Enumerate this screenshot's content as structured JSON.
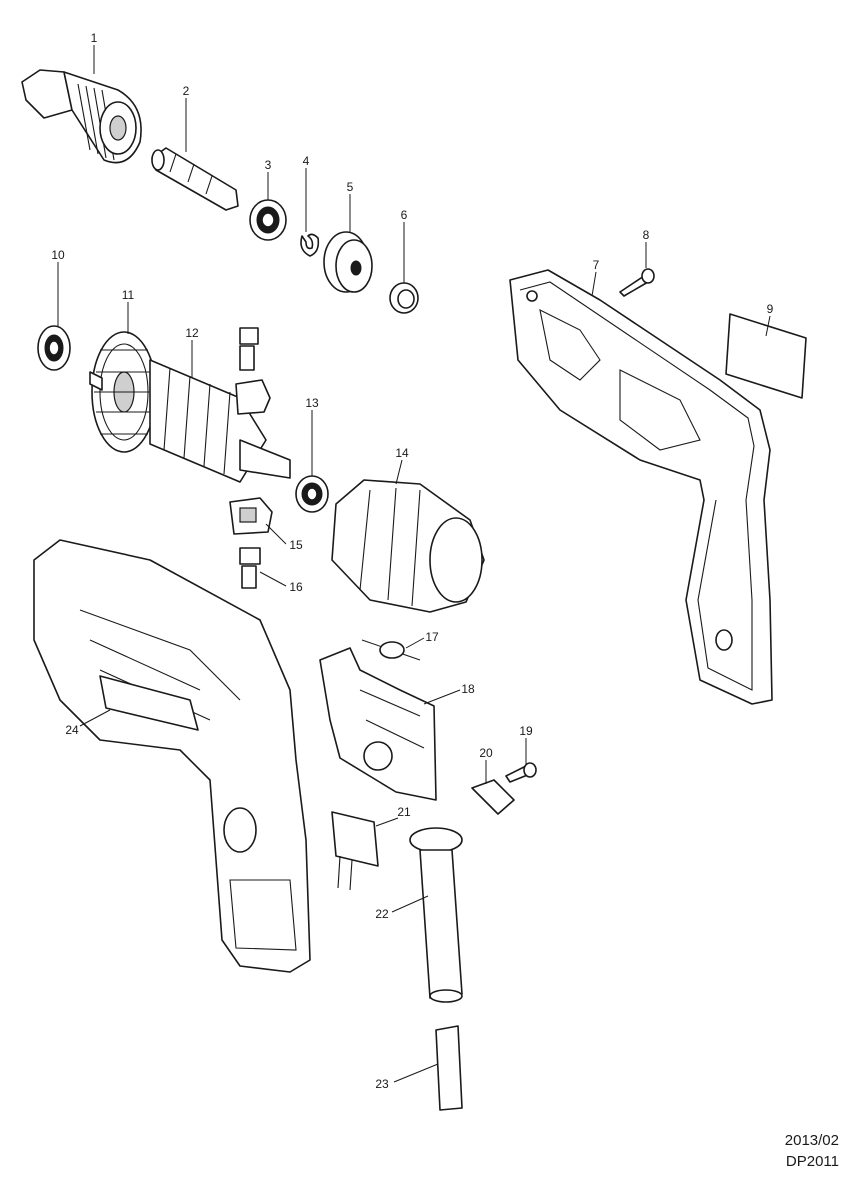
{
  "callouts": [
    "1",
    "2",
    "3",
    "4",
    "5",
    "6",
    "7",
    "8",
    "9",
    "10",
    "11",
    "12",
    "13",
    "14",
    "15",
    "16",
    "17",
    "18",
    "19",
    "20",
    "21",
    "22",
    "23",
    "24"
  ],
  "footer": {
    "date": "2013/02",
    "model": "DP2011"
  }
}
